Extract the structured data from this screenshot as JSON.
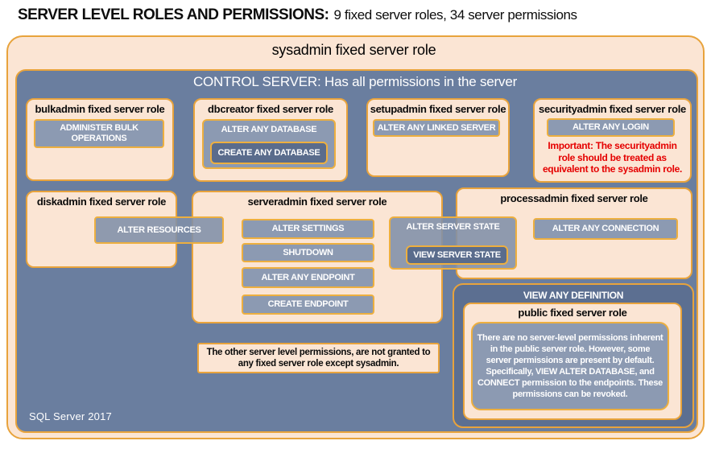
{
  "header": {
    "title_bold": "SERVER LEVEL ROLES AND PERMISSIONS:",
    "title_rest": "9 fixed server roles, 34 server permissions"
  },
  "sysadmin": {
    "title": "sysadmin fixed server role"
  },
  "control_server": {
    "title": "CONTROL SERVER: Has all permissions in the server",
    "footer": "SQL Server 2017"
  },
  "roles": {
    "bulkadmin": {
      "title": "bulkadmin fixed server role",
      "permission": "ADMINISTER BULK OPERATIONS"
    },
    "dbcreator": {
      "title": "dbcreator fixed server role",
      "permission_outer": "ALTER ANY DATABASE",
      "permission_inner": "CREATE ANY DATABASE"
    },
    "setupadmin": {
      "title": "setupadmin fixed server role",
      "permission": "ALTER ANY LINKED SERVER"
    },
    "securityadmin": {
      "title": "securityadmin fixed server role",
      "permission": "ALTER ANY LOGIN",
      "warning": "Important: The securityadmin role should be treated as equivalent to the sysadmin role."
    },
    "diskadmin": {
      "title": "diskadmin fixed server role",
      "permission": "ALTER RESOURCES"
    },
    "serveradmin": {
      "title": "serveradmin fixed server role",
      "permissions": [
        "ALTER SETTINGS",
        "SHUTDOWN",
        "ALTER ANY ENDPOINT",
        "CREATE ENDPOINT"
      ],
      "shared_permission_outer": "ALTER SERVER STATE",
      "shared_permission_inner": "VIEW SERVER STATE"
    },
    "processadmin": {
      "title": "processadmin fixed server role",
      "permission": "ALTER ANY CONNECTION"
    },
    "public": {
      "container_permission": "VIEW ANY DEFINITION",
      "title": "public fixed server role",
      "description": "There are no server-level permissions inherent in the public server role. However, some server permissions are present by default. Specifically, VIEW ALTER DATABASE, and CONNECT permission to the endpoints. These permissions can be revoked."
    }
  },
  "footnote": "The other server level permissions, are not granted to any fixed server role except sysadmin.",
  "colors": {
    "peach": "#FBE5D4",
    "gold_border": "#E8A33C",
    "slate_background": "#6A7E9F",
    "permission_fill": "#8C9AB2",
    "permission_fill_dark": "#5A6C8C",
    "definition_fill": "#5C6F91",
    "warning_red": "#E50000"
  }
}
